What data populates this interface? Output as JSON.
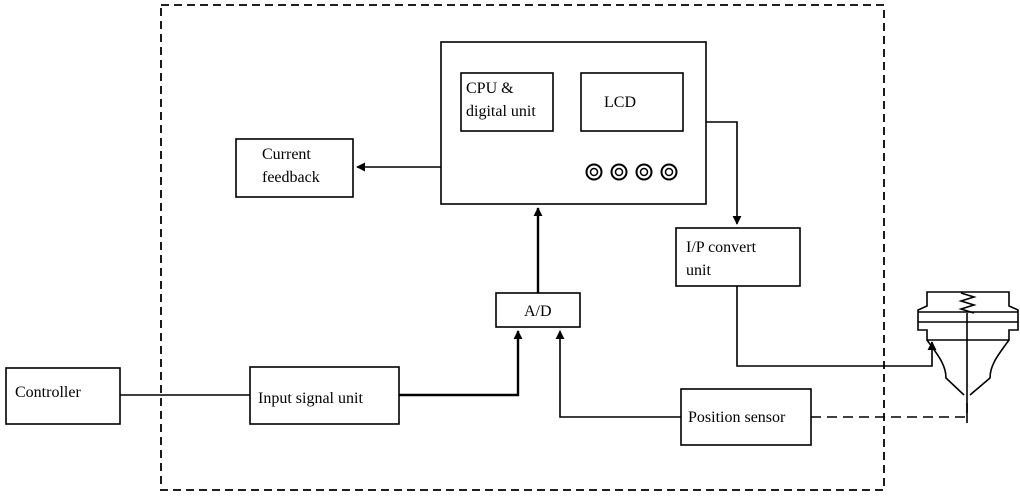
{
  "blocks": {
    "controller": "Controller",
    "input_signal_unit": "Input signal unit",
    "ad": "A/D",
    "cpu": "CPU &\ndigital unit",
    "lcd": "LCD",
    "current_feedback": "Current\nfeedback",
    "ip_convert_unit": "I/P convert\nunit",
    "position_sensor": "Position sensor"
  }
}
